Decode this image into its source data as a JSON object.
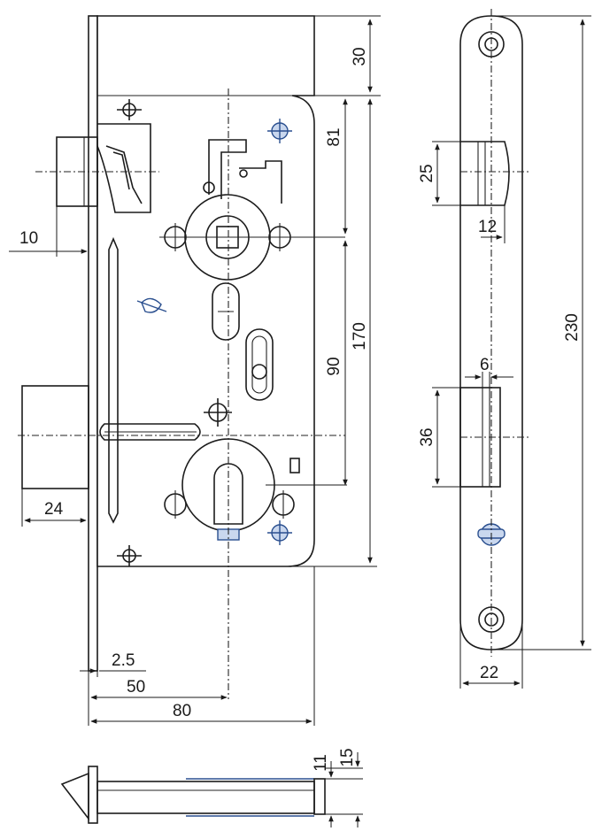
{
  "drawing": {
    "dims": {
      "d30": "30",
      "d81": "81",
      "d170": "170",
      "d90": "90",
      "d10": "10",
      "d24": "24",
      "d2_5": "2.5",
      "d50": "50",
      "d80": "80",
      "d25": "25",
      "d12": "12",
      "d230": "230",
      "d6": "6",
      "d36": "36",
      "d22": "22",
      "d11": "11",
      "d15": "15"
    }
  }
}
